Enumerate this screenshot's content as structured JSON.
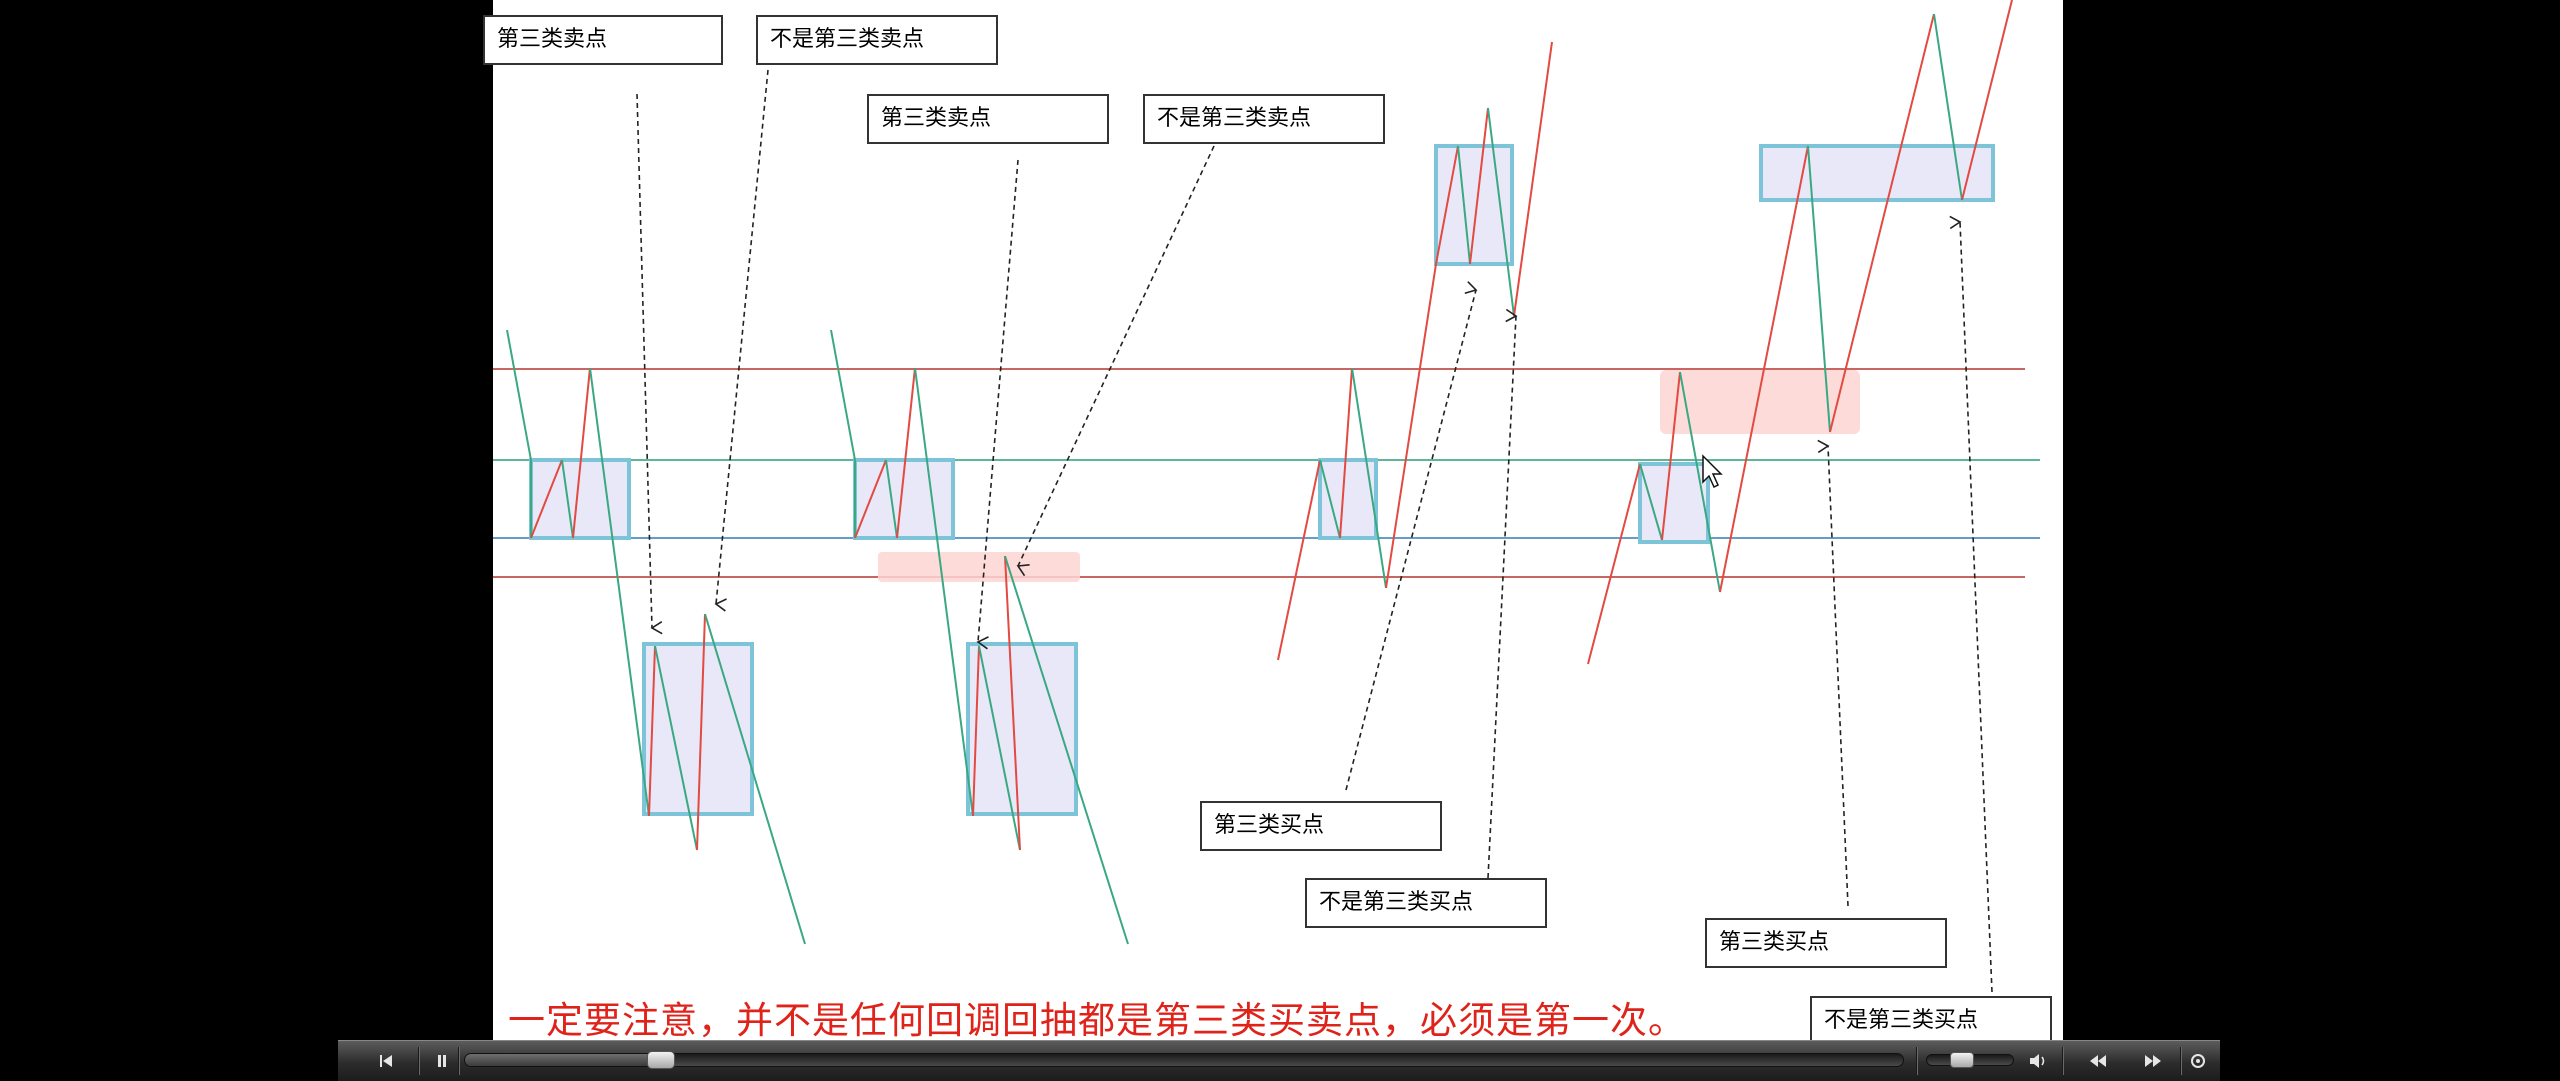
{
  "slide": {
    "labels": {
      "sell3_a": "第三类卖点",
      "notsell3_a": "不是第三类卖点",
      "sell3_b": "第三类卖点",
      "notsell3_b": "不是第三类卖点",
      "buy3_a": "第三类买点",
      "notbuy3_a": "不是第三类买点",
      "buy3_b": "第三类买点",
      "notbuy3_b": "不是第三类买点"
    },
    "caption": "一定要注意，并不是任何回调回抽都是第三类买卖点，必须是第一次。",
    "colors": {
      "up_stroke": "#e24a42",
      "down_stroke": "#3aa882",
      "zone_fill": "#e8e8f8",
      "zone_border": "#7ec4d8",
      "band_red": "#c0504d",
      "band_green": "#4aaa8a",
      "band_blue": "#4f8fc0",
      "highlight": "#fdd5d2",
      "caption": "#e0231a"
    }
  },
  "player": {
    "controls": {
      "prev_icon": "skip-back-icon",
      "play_pause_icon": "pause-icon",
      "volume_icon": "speaker-icon",
      "rewind_icon": "rewind-icon",
      "fast_forward_icon": "fast-forward-icon",
      "settings_icon": "settings-icon"
    },
    "progress": 0.136,
    "volume": 0.41
  }
}
